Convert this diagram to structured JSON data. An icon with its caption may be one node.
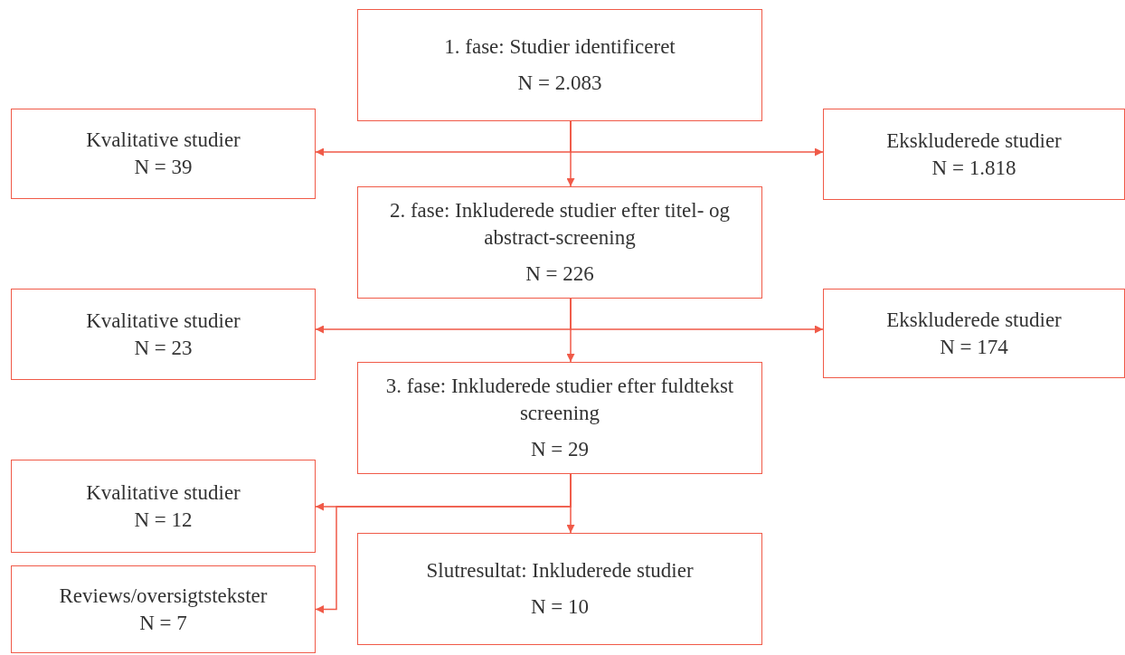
{
  "diagram": {
    "nodes": [
      {
        "text": [
          "1. fase: Studier identificeret",
          "N = 2.083"
        ]
      },
      {
        "text": [
          "Kvalitative studier",
          "N = 39"
        ]
      },
      {
        "text": [
          "Ekskluderede studier",
          "N = 1.818"
        ]
      },
      {
        "text": [
          "2. fase: Inkluderede studier efter titel- og abstract-screening",
          "N = 226"
        ]
      },
      {
        "text": [
          "Kvalitative studier",
          "N = 23"
        ]
      },
      {
        "text": [
          "Ekskluderede studier",
          "N = 174"
        ]
      },
      {
        "text": [
          "3. fase: Inkluderede studier efter fuldtekst screening",
          "N = 29"
        ]
      },
      {
        "text": [
          "Kvalitative studier",
          "N = 12"
        ]
      },
      {
        "text": [
          "Slutresultat: Inkluderede studier",
          "N = 10"
        ]
      },
      {
        "text": [
          "Reviews/oversigtstekster",
          "N = 7"
        ]
      }
    ],
    "edges": [
      {
        "from": 0,
        "to": 1,
        "arrow": "to"
      },
      {
        "from": 0,
        "to": 3,
        "arrow": "to"
      },
      {
        "from": 0,
        "to": 2,
        "arrow": "to"
      },
      {
        "from": 3,
        "to": 4,
        "arrow": "to"
      },
      {
        "from": 3,
        "to": 6,
        "arrow": "to"
      },
      {
        "from": 3,
        "to": 5,
        "arrow": "to"
      },
      {
        "from": 6,
        "to": 7,
        "arrow": "to"
      },
      {
        "from": 6,
        "to": 8,
        "arrow": "to"
      },
      {
        "from": 6,
        "to": 9,
        "arrow": "to"
      }
    ]
  }
}
